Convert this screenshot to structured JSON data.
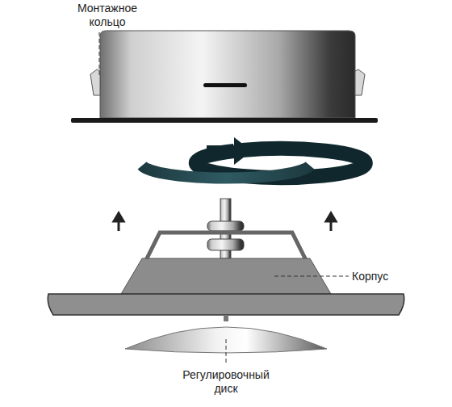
{
  "diagram": {
    "labels": [
      "Монтажное кольцо",
      "Корпус",
      "Регулировочный диск"
    ]
  }
}
